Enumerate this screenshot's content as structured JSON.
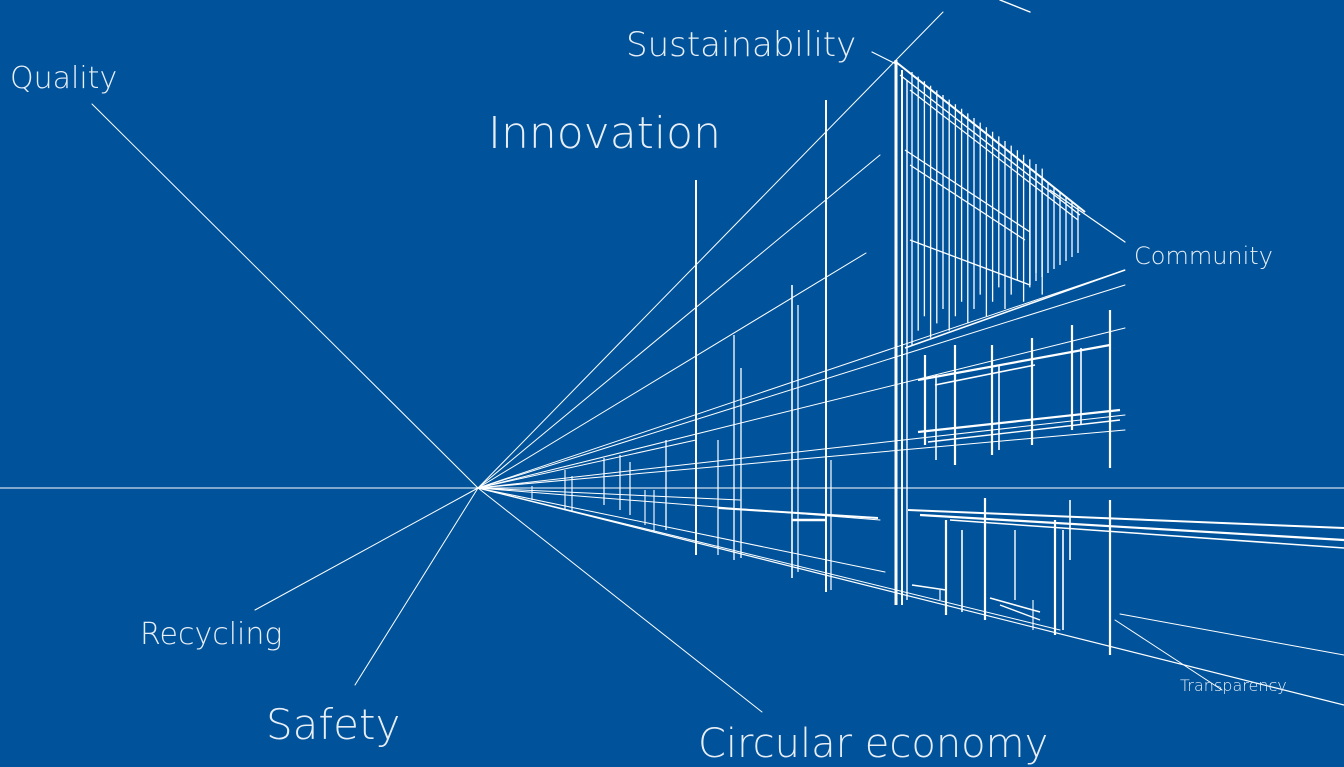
{
  "background_color": "#00539b",
  "line_color": "#ffffff",
  "labels": {
    "quality": "Quality",
    "sustainability": "Sustainability",
    "innovation": "Innovation",
    "community": "Community",
    "recycling": "Recycling",
    "safety": "Safety",
    "circular_economy": "Circular economy",
    "transparency": "Transparency"
  }
}
